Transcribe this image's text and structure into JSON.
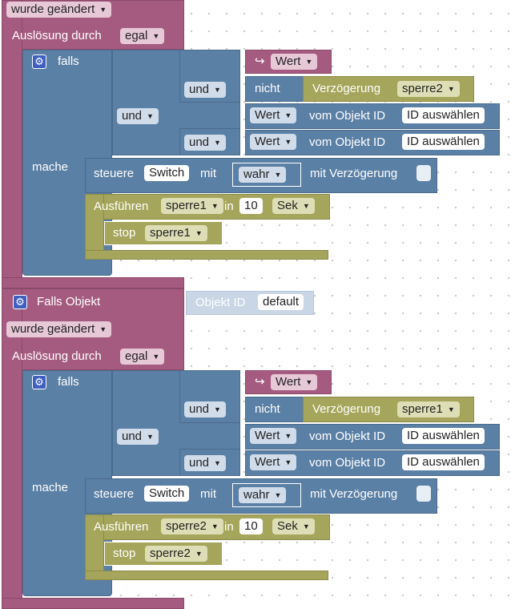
{
  "event_block": {
    "trigger_label": "wurde geändert",
    "source_label": "Auslösung durch",
    "source_value": "egal"
  },
  "object_block": {
    "label": "Falls Objekt",
    "id_label": "Objekt ID",
    "id_value": "default"
  },
  "if_block": {
    "falls": "falls",
    "mache": "mache",
    "und": "und",
    "nicht": "nicht",
    "wert": "Wert",
    "vom_objekt": "vom Objekt ID",
    "id_auswaehlen": "ID auswählen",
    "verzoegerung": "Verzögerung"
  },
  "control_block": {
    "steuere": "steuere",
    "target": "Switch",
    "mit": "mit",
    "value": "wahr",
    "with_delay": "mit Verzögerung"
  },
  "timeout_block": {
    "ausfuehren": "Ausführen",
    "in": "in",
    "value": "10",
    "unit": "Sek",
    "stop": "stop"
  },
  "groups": [
    {
      "timer_var": "sperre1",
      "delay_var": "sperre2"
    },
    {
      "timer_var": "sperre2",
      "delay_var": "sperre1"
    }
  ]
}
